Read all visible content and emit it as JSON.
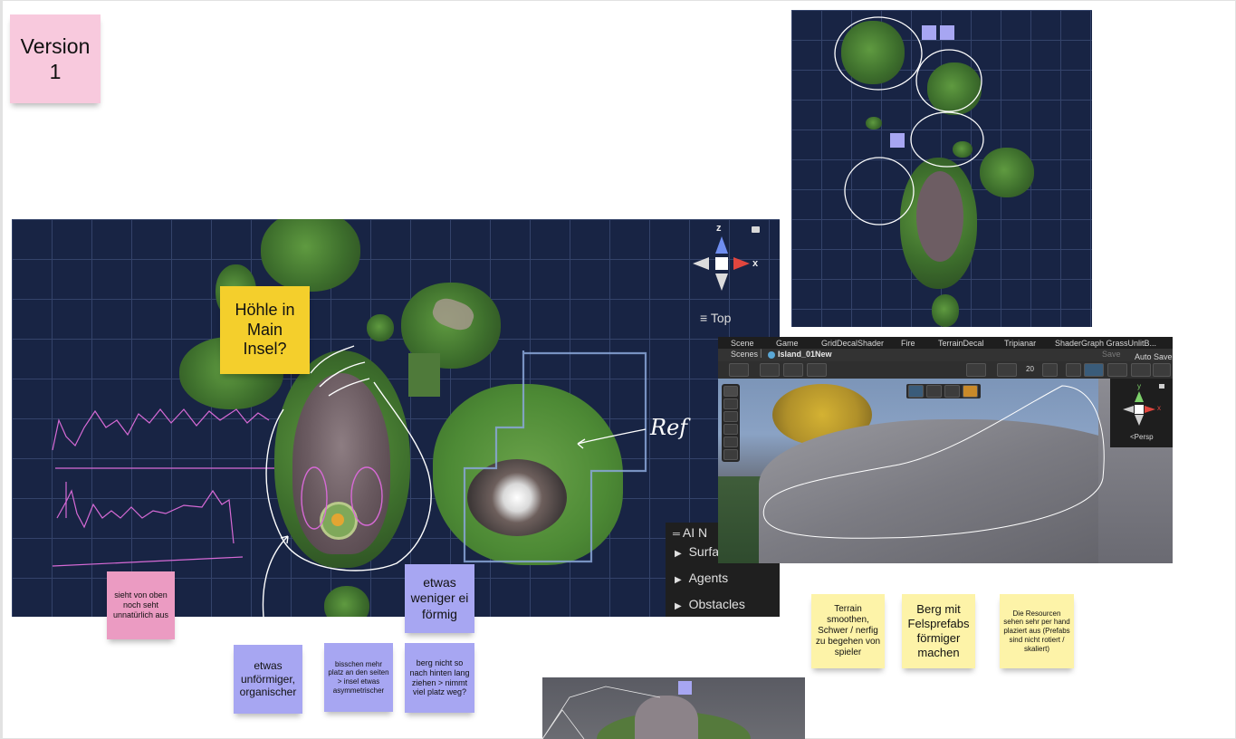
{
  "board": {
    "title_note": "Version 1",
    "notes": {
      "cave": "Höhle in Main Insel?",
      "top_view": "sieht von oben noch seht unnatürlich aus",
      "less_egg": "etwas weniger ei förmig",
      "organic": "etwas unförmiger, organischer",
      "more_space": "bisschen mehr platz an den seiten > insel etwas asymmetrischer",
      "mountain_back": "berg nicht so nach hinten lang ziehen > nimmt viel platz weg?",
      "terrain_smooth": "Terrain smoothen, Schwer / nerfig zu begehen von spieler",
      "rock_prefabs": "Berg mit Felsprefabs förmiger machen",
      "resources": "Die Resourcen sehen sehr per hand plaziert aus (Prefabs sind nicht rotiert / skaliert)"
    },
    "handwriting": "Ref"
  },
  "scene_top_view": {
    "gizmo_axis_z": "z",
    "gizmo_axis_x": "x",
    "view_label": "Top",
    "ai_panel_title": "AI N",
    "ai_items": [
      "Surfa",
      "Agents",
      "Obstacles"
    ]
  },
  "unity_editor": {
    "tabs": [
      "Scene",
      "Game",
      "GridDecalShader",
      "Fire",
      "TerrainDecal",
      "Tripianar",
      "ShaderGraph GrassUnlitB..."
    ],
    "breadcrumb_root": "Scenes",
    "breadcrumb_scene": "Island_01New",
    "save_label": "Save",
    "auto_save_label": "Auto Save",
    "toolbar_number": "20",
    "gizmo_axis_y": "y",
    "gizmo_axis_x": "x",
    "persp_label": "Persp"
  },
  "colors": {
    "scene_background": "#182444",
    "grid_line": "#34436a",
    "sticky_pink": "#f8c9dd",
    "sticky_hotpink": "#eb9bc2",
    "sticky_yellow": "#f4cf2c",
    "sticky_lightyellow": "#fdf3a8",
    "sticky_lavender": "#a7a6f2",
    "ink_pink": "#d76ad6",
    "ink_white": "#ffffff"
  },
  "icons": [
    "lock-icon",
    "hand-tool-icon",
    "move-tool-icon",
    "rotate-tool-icon",
    "scale-tool-icon",
    "rect-tool-icon",
    "transform-tool-icon",
    "view-gizmo-icon",
    "scene-cube-icon",
    "triangle-expand-icon"
  ]
}
